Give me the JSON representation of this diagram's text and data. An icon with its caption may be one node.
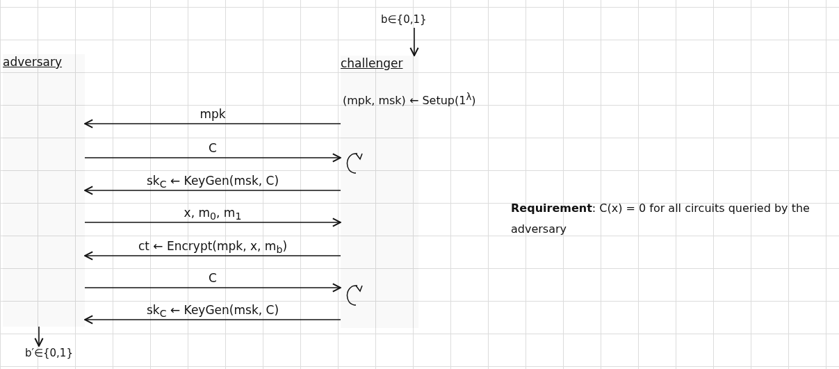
{
  "diagram": {
    "nodes": [
      {
        "text": [
          "adversary"
        ]
      },
      {
        "text": [
          "challenger"
        ]
      },
      {
        "text": [
          "b∈{0,1}"
        ]
      },
      {
        "text": [
          "b′∈{0,1}"
        ]
      }
    ],
    "edges": [
      {
        "from": 2,
        "to": 1,
        "arrow": "to"
      },
      {
        "from": 1,
        "to": 0,
        "arrow": "to",
        "label": "mpk"
      },
      {
        "from": 0,
        "to": 1,
        "arrow": "to",
        "label": "C"
      },
      {
        "from": 1,
        "to": 0,
        "arrow": "to",
        "label": "sk$_{C}$ ← KeyGen(msk, C)"
      },
      {
        "from": 0,
        "to": 1,
        "arrow": "to",
        "label": "x, m$_{0}$, m$_{1}$"
      },
      {
        "from": 1,
        "to": 0,
        "arrow": "to",
        "label": "ct ← Encrypt(mpk, x, m$_{b}$)"
      },
      {
        "from": 0,
        "to": 1,
        "arrow": "to",
        "label": "C"
      },
      {
        "from": 1,
        "to": 0,
        "arrow": "to",
        "label": "sk$_{C}$ ← KeyGen(msk, C)"
      },
      {
        "from": 0,
        "to": 3,
        "arrow": "to"
      }
    ],
    "labels": [
      "(mpk, msk) ← Setup(1$^{λ}$)",
      "**Requirement**: C(x) = 0 for all circuits queried by the adversary"
    ]
  }
}
